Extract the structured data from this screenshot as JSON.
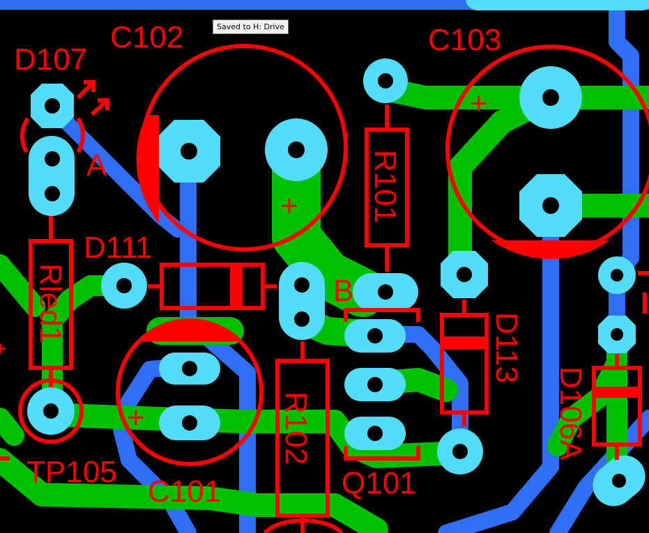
{
  "tooltip": {
    "text": "Saved to H: Drive"
  },
  "colors": {
    "background": "#000000",
    "top_trace": "#00c000",
    "bottom_trace": "#2f6ff5",
    "pad": "#55dcf8",
    "silkscreen": "#ff0000"
  },
  "labels": {
    "c102": "C102",
    "c103": "C103",
    "c101": "C101",
    "d107": "D107",
    "d111": "D111",
    "d113": "D113",
    "d106a": "D106A",
    "r101": "R101",
    "r102": "R102",
    "rled1": "Rled1",
    "tp105": "TP105",
    "q101": "Q101",
    "pin_a": "A",
    "pin_b": "B",
    "plus_c102": "+",
    "plus_c103": "+",
    "plus_c101": "+",
    "plus_left": "+"
  }
}
